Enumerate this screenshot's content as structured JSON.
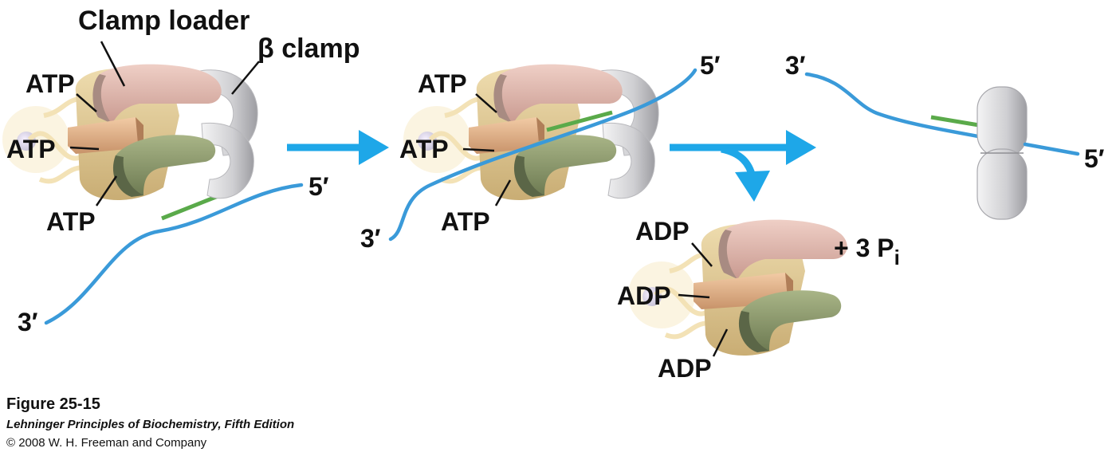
{
  "labels": {
    "clamp_loader": "Clamp loader",
    "beta_clamp": "β clamp",
    "atp": "ATP",
    "adp": "ADP",
    "five_prime": "5′",
    "three_prime": "3′",
    "phosphate_prefix": "+ 3 P",
    "phosphate_subscript": "i"
  },
  "caption": {
    "figure_number": "Figure 25-15",
    "book_title": "Lehninger Principles of Biochemistry, Fifth Edition",
    "copyright": "© 2008 W. H. Freeman and Company"
  },
  "colors": {
    "dna_strand": "#3a9ad9",
    "primer": "#5aaa4a",
    "arrow": "#1ea7e8",
    "loader_pink": "#e3b6ab",
    "loader_green": "#8e9c6e",
    "loader_tan": "#d9c391",
    "loader_orange": "#e1b48c",
    "clamp_gray": "#d7d7d9"
  }
}
